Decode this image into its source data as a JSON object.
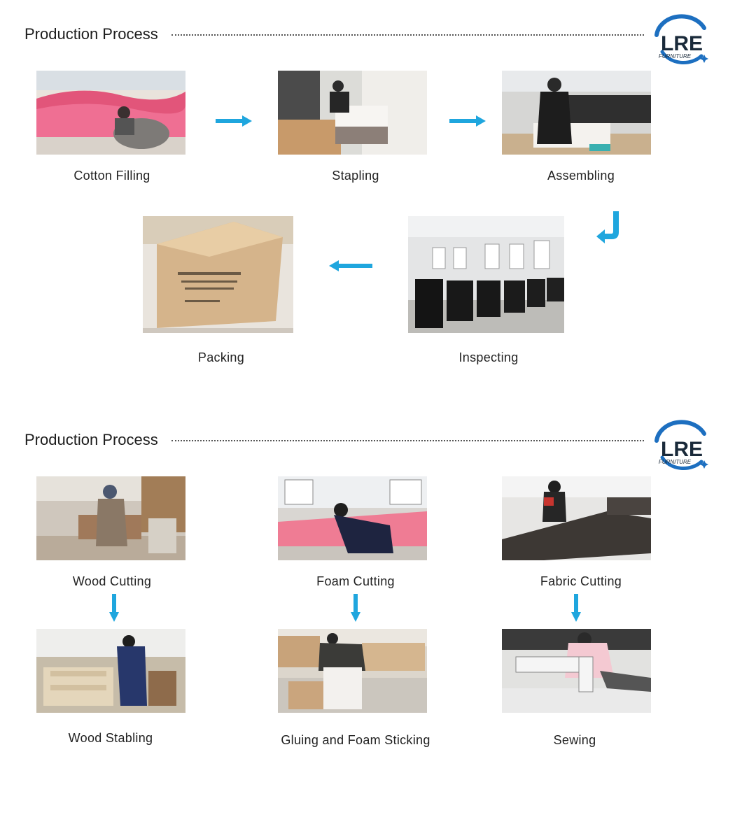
{
  "section1": {
    "title": "Production Process",
    "logo": {
      "brand": "LRE",
      "sub": "FURNITURE"
    },
    "steps": [
      {
        "label": "Cotton Filling"
      },
      {
        "label": "Stapling"
      },
      {
        "label": "Assembling"
      },
      {
        "label": "Inspecting"
      },
      {
        "label": "Packing"
      }
    ]
  },
  "section2": {
    "title": "Production Process",
    "logo": {
      "brand": "LRE",
      "sub": "FURNITURE"
    },
    "steps": [
      {
        "label": "Wood Cutting"
      },
      {
        "label": "Foam Cutting"
      },
      {
        "label": "Fabric Cutting"
      },
      {
        "label": "Wood Stabling"
      },
      {
        "label": "Gluing and Foam Sticking"
      },
      {
        "label": "Sewing"
      }
    ]
  },
  "colors": {
    "arrow": "#1fa6de",
    "logo_blue": "#1d6fc0",
    "logo_dark": "#1a2a3a"
  }
}
